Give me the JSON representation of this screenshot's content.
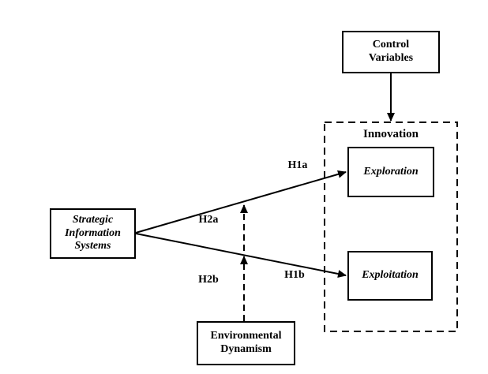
{
  "diagram": {
    "boxes": {
      "control_variables": {
        "label": "Control\nVariables"
      },
      "innovation_group": {
        "label": "Innovation"
      },
      "exploration": {
        "label": "Exploration"
      },
      "exploitation": {
        "label": "Exploitation"
      },
      "strategic_information_systems": {
        "label": "Strategic\nInformation\nSystems"
      },
      "environmental_dynamism": {
        "label": "Environmental\nDynamism"
      }
    },
    "path_labels": {
      "h1a": "H1a",
      "h1b": "H1b",
      "h2a": "H2a",
      "h2b": "H2b"
    },
    "colors": {
      "line": "#000000",
      "background": "#ffffff"
    }
  }
}
